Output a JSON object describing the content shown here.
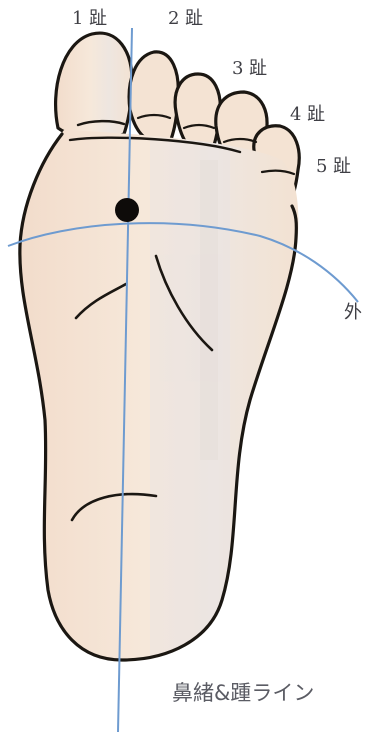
{
  "labels": {
    "toe1": "1 趾",
    "toe2": "2 趾",
    "toe3": "3 趾",
    "toe4": "4 趾",
    "toe5": "5 趾",
    "side_cut": "外"
  },
  "caption": "鼻緒&踵ライン",
  "colors": {
    "skin": "#f4e3d3",
    "outline": "#1b1712",
    "guide_line": "#6e9bd0",
    "point": "#0e0b09",
    "label_text": "#3f3f45"
  }
}
